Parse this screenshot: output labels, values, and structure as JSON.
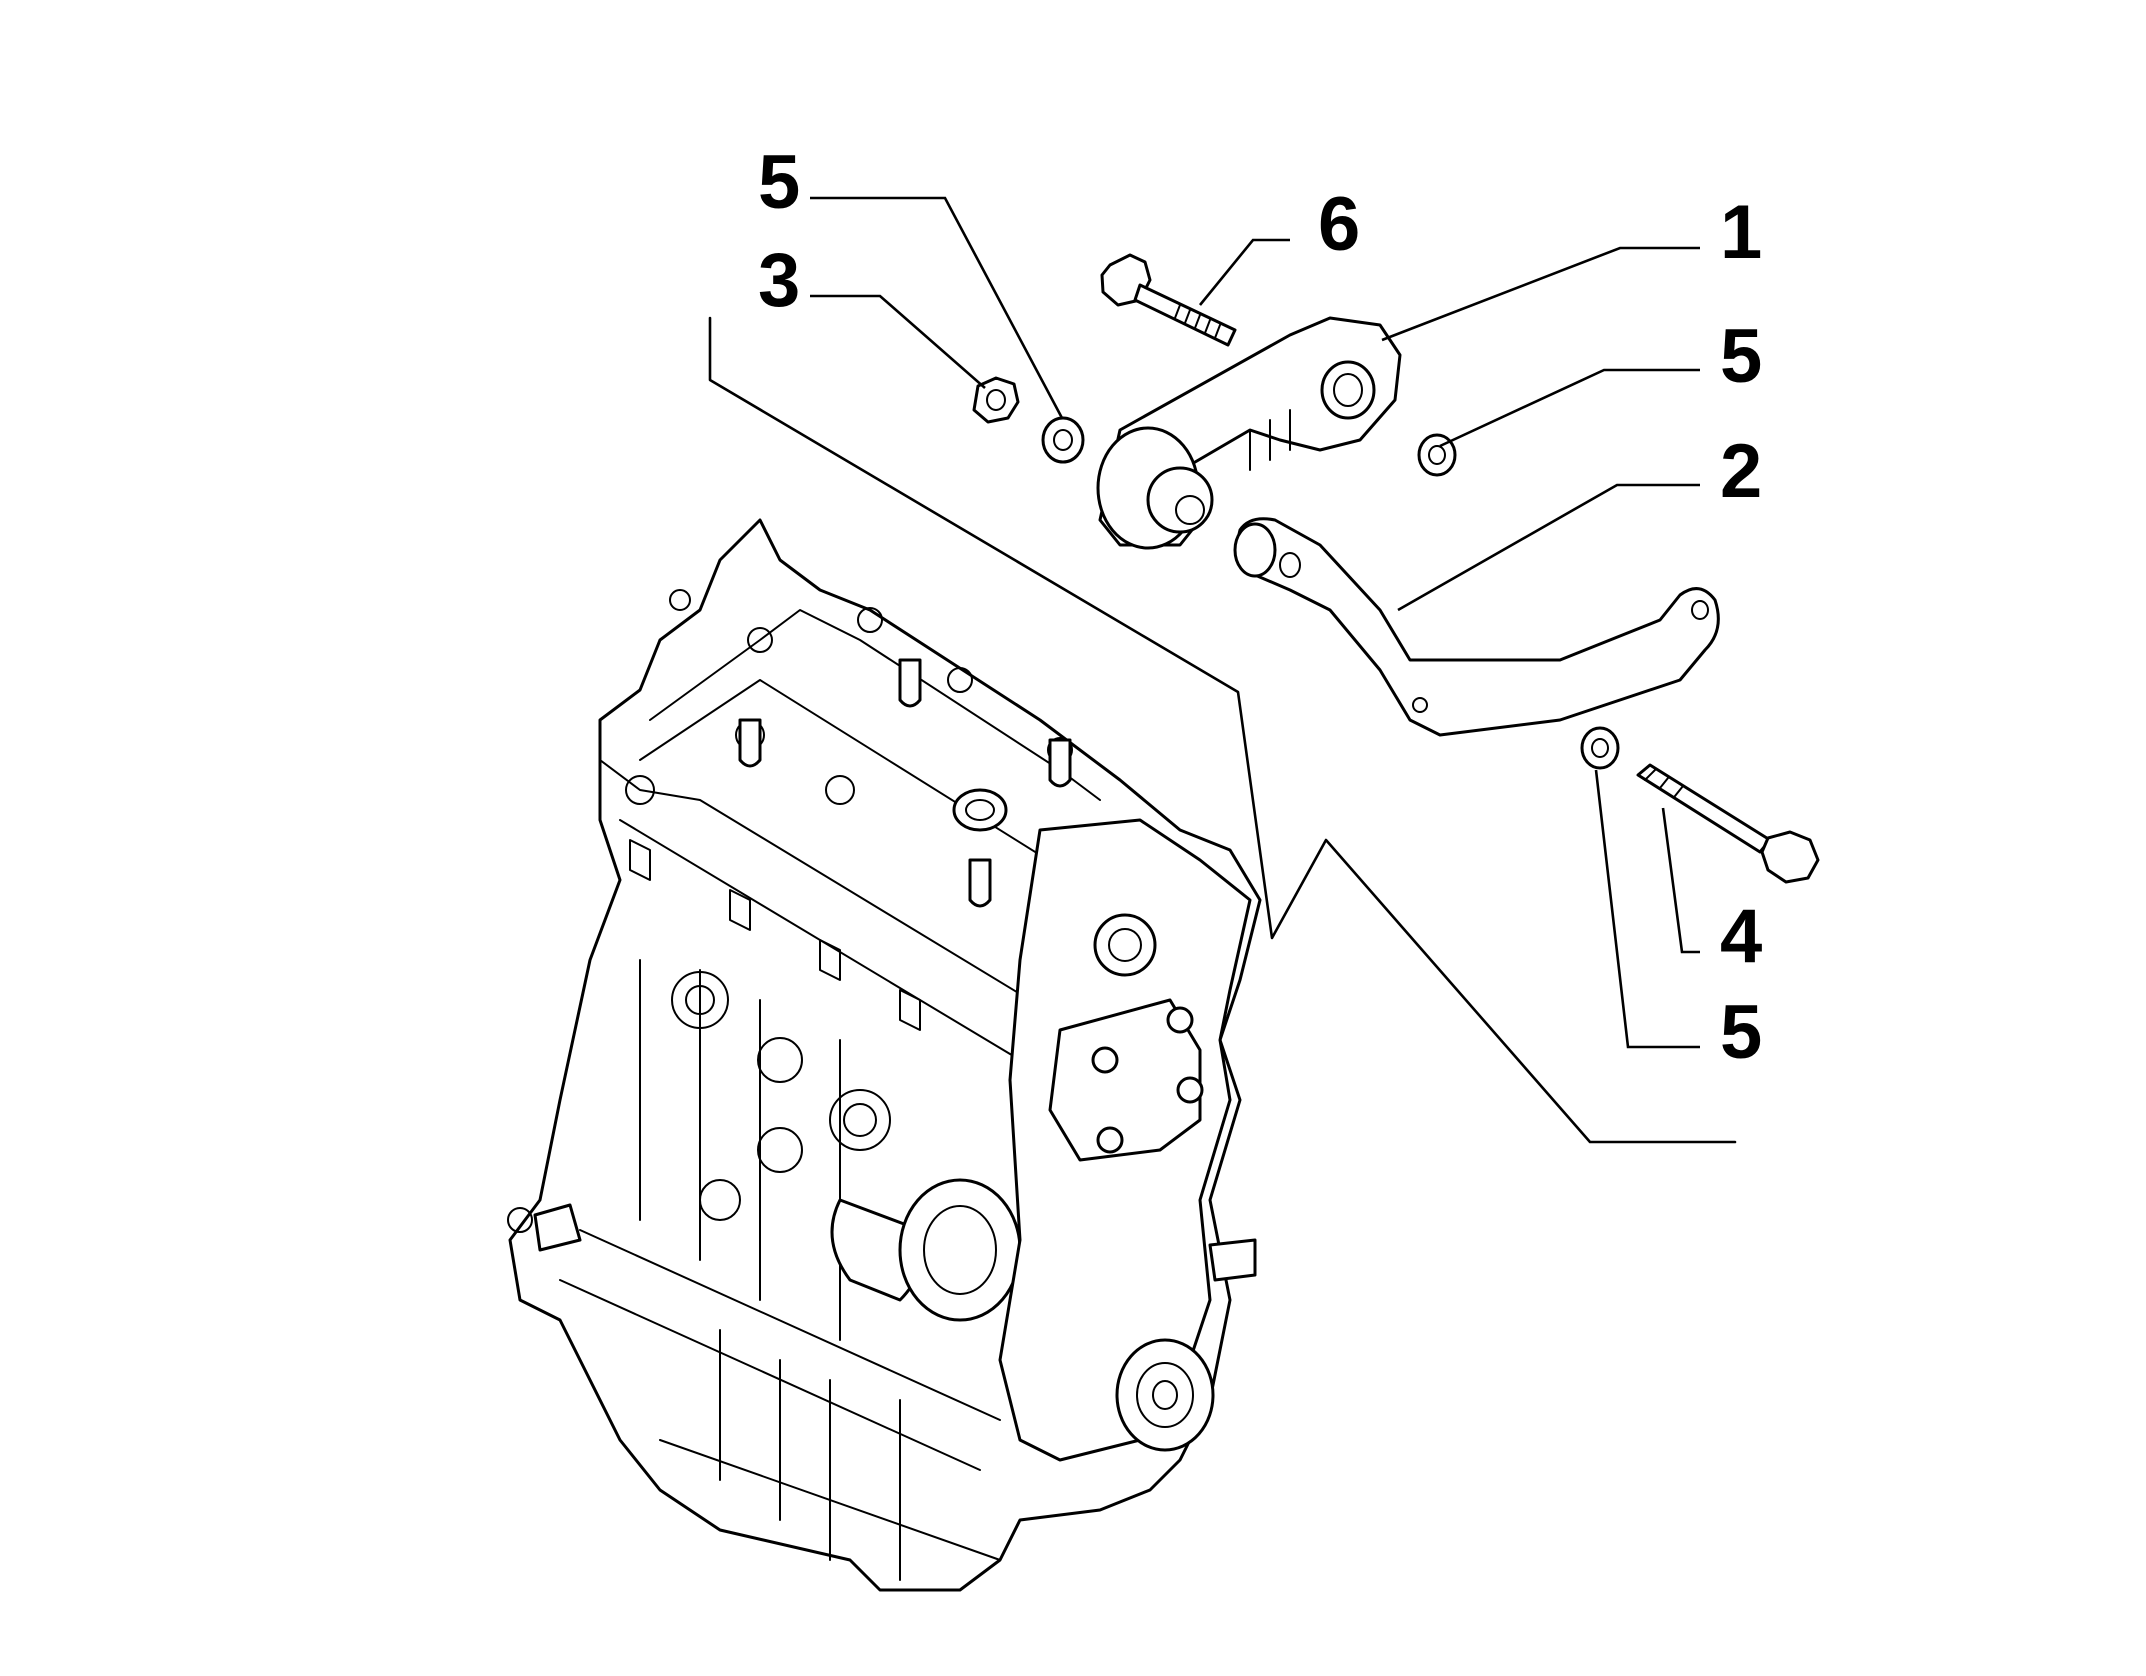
{
  "callouts": [
    {
      "id": "c5a",
      "label": "5"
    },
    {
      "id": "c3",
      "label": "3"
    },
    {
      "id": "c6",
      "label": "6"
    },
    {
      "id": "c1",
      "label": "1"
    },
    {
      "id": "c5b",
      "label": "5"
    },
    {
      "id": "c2",
      "label": "2"
    },
    {
      "id": "c4",
      "label": "4"
    },
    {
      "id": "c5c",
      "label": "5"
    }
  ]
}
